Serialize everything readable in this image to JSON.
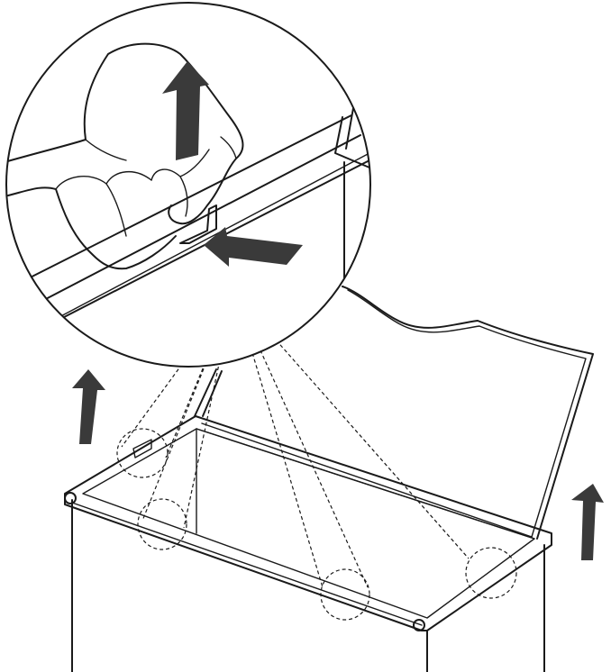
{
  "figure": {
    "background_color": "#ffffff",
    "line_color": "#1a1a1a",
    "arrow_color": "#3a3a3a",
    "arrows": [
      {
        "icon": "arrow-up-icon",
        "direction": "up",
        "meaning": "lift"
      },
      {
        "icon": "arrow-up-icon",
        "direction": "up",
        "meaning": "lift"
      },
      {
        "icon": "arrow-up-icon",
        "direction": "up",
        "meaning": "lift"
      },
      {
        "icon": "arrow-left-icon",
        "direction": "left",
        "meaning": "push"
      }
    ],
    "hinge_points_count": 4
  }
}
